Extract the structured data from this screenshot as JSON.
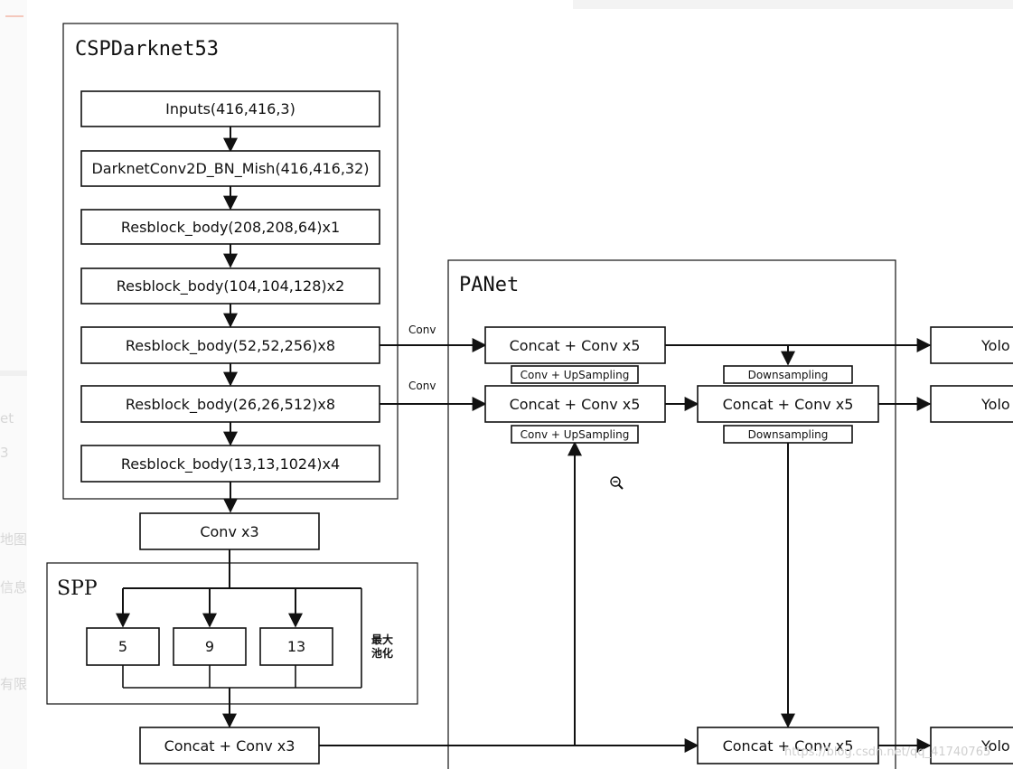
{
  "groups": {
    "csp": "CSPDarknet53",
    "panet": "PANet",
    "spp": "SPP"
  },
  "backbone": {
    "inputs": "Inputs(416,416,3)",
    "darknetconv": "DarknetConv2D_BN_Mish(416,416,32)",
    "res1": "Resblock_body(208,208,64)x1",
    "res2": "Resblock_body(104,104,128)x2",
    "res3": "Resblock_body(52,52,256)x8",
    "res4": "Resblock_body(26,26,512)x8",
    "res5": "Resblock_body(13,13,1024)x4"
  },
  "neck": {
    "conv_x3": "Conv x3",
    "pool_5": "5",
    "pool_9": "9",
    "pool_13": "13",
    "maxpool_label_line1": "最大",
    "maxpool_label_line2": "池化",
    "concat_conv_x3": "Concat + Conv x3"
  },
  "panet": {
    "conv_label_top": "Conv",
    "conv_label_mid": "Conv",
    "concat_a": "Concat + Conv x5",
    "concat_b": "Concat + Conv x5",
    "concat_c": "Concat + Conv x5",
    "concat_d": "Concat + Conv x5",
    "upsampling_1": "Conv + UpSampling",
    "upsampling_2": "Conv + UpSampling",
    "downsampling_1": "Downsampling",
    "downsampling_2": "Downsampling"
  },
  "heads": {
    "yolo_1": "Yolo",
    "yolo_2": "Yolo",
    "yolo_3": "Yolo"
  },
  "background": {
    "side_text_1": "et",
    "side_text_2": "3",
    "side_text_3": "地图",
    "side_text_4": "信息",
    "side_text_5": "有限",
    "watermark": "https://blog.csdn.net/qq_41740765"
  },
  "cursor_icon": "zoom-out-icon"
}
